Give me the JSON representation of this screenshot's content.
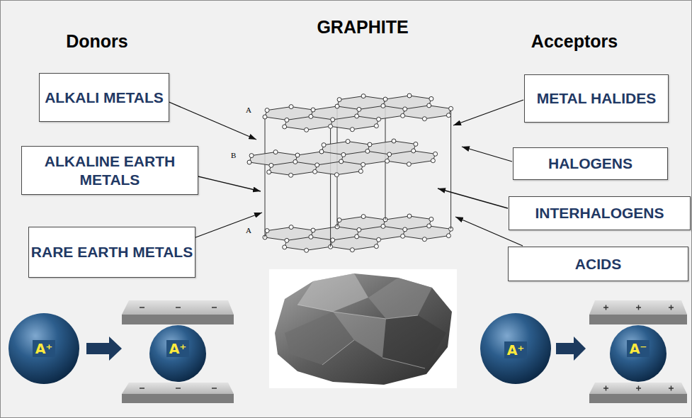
{
  "diagram": {
    "title": "GRAPHITE",
    "nodes": [
      {
        "text": [
          "ALKALI METALS"
        ]
      },
      {
        "text": [
          "ALKALINE EARTH METALS"
        ]
      },
      {
        "text": [
          "RARE EARTH METALS"
        ]
      },
      {
        "text": [
          "METAL HALIDES"
        ]
      },
      {
        "text": [
          "HALOGENS"
        ]
      },
      {
        "text": [
          "INTERHALOGENS"
        ]
      },
      {
        "text": [
          "ACIDS"
        ]
      }
    ],
    "labels": [
      "Donors",
      "Acceptors",
      "A",
      "B",
      "A",
      "A⁺",
      "A⁺",
      "A⁺",
      "A⁻"
    ]
  }
}
